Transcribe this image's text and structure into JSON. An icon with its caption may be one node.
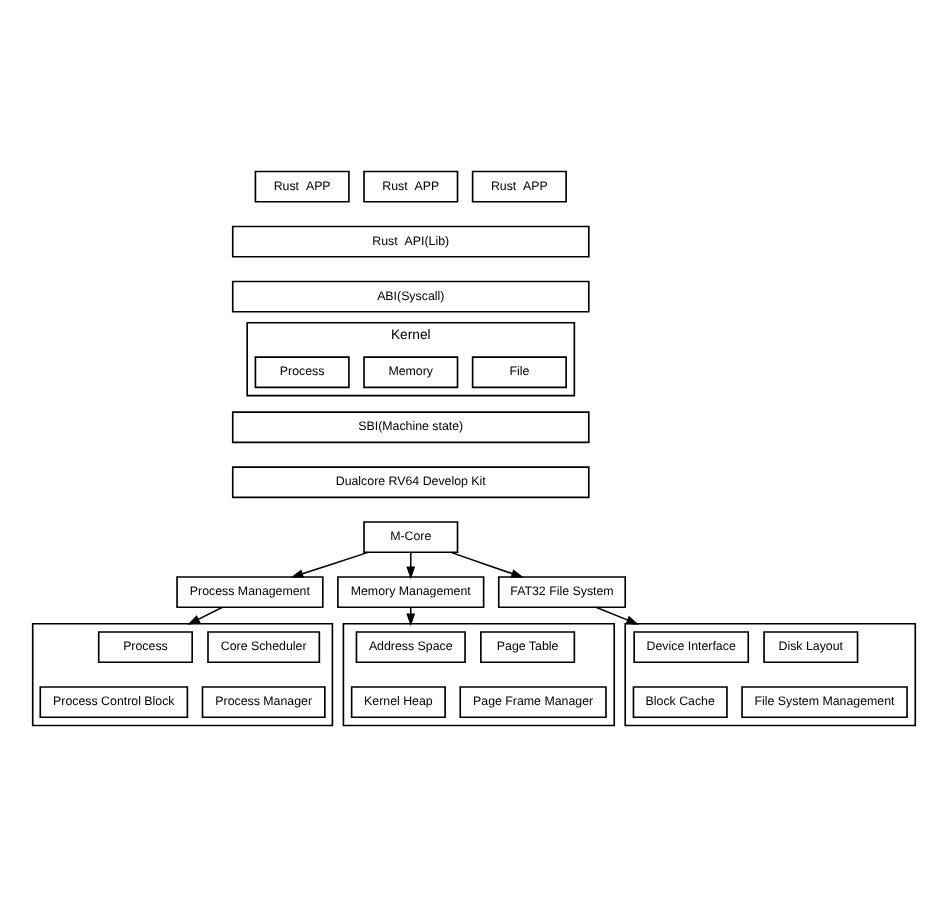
{
  "diagram": {
    "nodes": [
      {
        "text": [
          "Rust  APP"
        ]
      },
      {
        "text": [
          "Rust  APP"
        ]
      },
      {
        "text": [
          "Rust  APP"
        ]
      },
      {
        "text": [
          "Rust  API(Lib)"
        ]
      },
      {
        "text": [
          "ABI(Syscall)"
        ]
      },
      {
        "text": [
          "Kernel"
        ]
      },
      {
        "text": [
          "Process"
        ],
        "in": 5
      },
      {
        "text": [
          "Memory"
        ],
        "in": 5
      },
      {
        "text": [
          "File"
        ],
        "in": 5
      },
      {
        "text": [
          "SBI(Machine state)"
        ]
      },
      {
        "text": [
          "Dualcore RV64 Develop Kit"
        ]
      },
      {
        "text": [
          "M-Core"
        ]
      },
      {
        "text": [
          "Process Management"
        ]
      },
      {
        "text": [
          "Memory Management"
        ]
      },
      {
        "text": [
          "FAT32 File System"
        ]
      },
      {
        "text": [],
        "shape": "box"
      },
      {
        "text": [
          "Process"
        ],
        "in": 15
      },
      {
        "text": [
          "Core Scheduler"
        ],
        "in": 15
      },
      {
        "text": [
          "Process Control Block"
        ],
        "in": 15
      },
      {
        "text": [
          "Process Manager"
        ],
        "in": 15
      },
      {
        "text": [],
        "shape": "box"
      },
      {
        "text": [
          "Address Space"
        ],
        "in": 20
      },
      {
        "text": [
          "Page Table"
        ],
        "in": 20
      },
      {
        "text": [
          "Kernel Heap"
        ],
        "in": 20
      },
      {
        "text": [
          "Page Frame Manager"
        ],
        "in": 20
      },
      {
        "text": [],
        "shape": "box"
      },
      {
        "text": [
          "Device Interface"
        ],
        "in": 25
      },
      {
        "text": [
          "Disk Layout"
        ],
        "in": 25
      },
      {
        "text": [
          "Block Cache"
        ],
        "in": 25
      },
      {
        "text": [
          "File System Management"
        ],
        "in": 25
      }
    ],
    "edges": [
      {
        "from": 11,
        "to": 12,
        "arrow": "to"
      },
      {
        "from": 11,
        "to": 13,
        "arrow": "to"
      },
      {
        "from": 11,
        "to": 14,
        "arrow": "to"
      },
      {
        "from": 12,
        "to": 15,
        "arrow": "to"
      },
      {
        "from": 13,
        "to": 20,
        "arrow": "to"
      },
      {
        "from": 14,
        "to": 25,
        "arrow": "to"
      }
    ]
  }
}
